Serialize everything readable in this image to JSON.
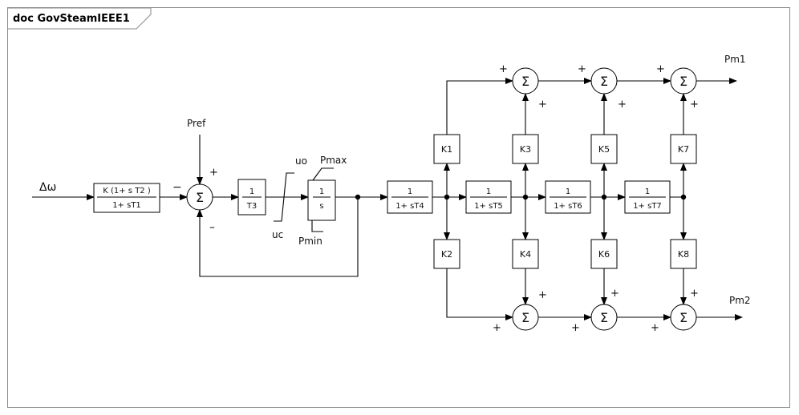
{
  "header": {
    "title": "doc GovSteamIEEE1"
  },
  "signals": {
    "input": "Δω",
    "pref": "Pref",
    "pm1": "Pm1",
    "pm2": "Pm2",
    "uo": "uo",
    "uc": "uc",
    "pmax": "Pmax",
    "pmin": "Pmin"
  },
  "blocks": {
    "lead_lag_num": "K (1+ s T2 )",
    "lead_lag_den": "1+ sT1",
    "t3_num": "1",
    "t3_den": "T3",
    "int_num": "1",
    "int_den": "s",
    "t4_num": "1",
    "t4_den": "1+ sT4",
    "t5_num": "1",
    "t5_den": "1+ sT5",
    "t6_num": "1",
    "t6_den": "1+ sT6",
    "t7_num": "1",
    "t7_den": "1+ sT7",
    "k1": "K1",
    "k2": "K2",
    "k3": "K3",
    "k4": "K4",
    "k5": "K5",
    "k6": "K6",
    "k7": "K7",
    "k8": "K8"
  },
  "summers": {
    "symbol": "Σ",
    "plus": "+",
    "minus": "−",
    "minus_alt": "–"
  }
}
